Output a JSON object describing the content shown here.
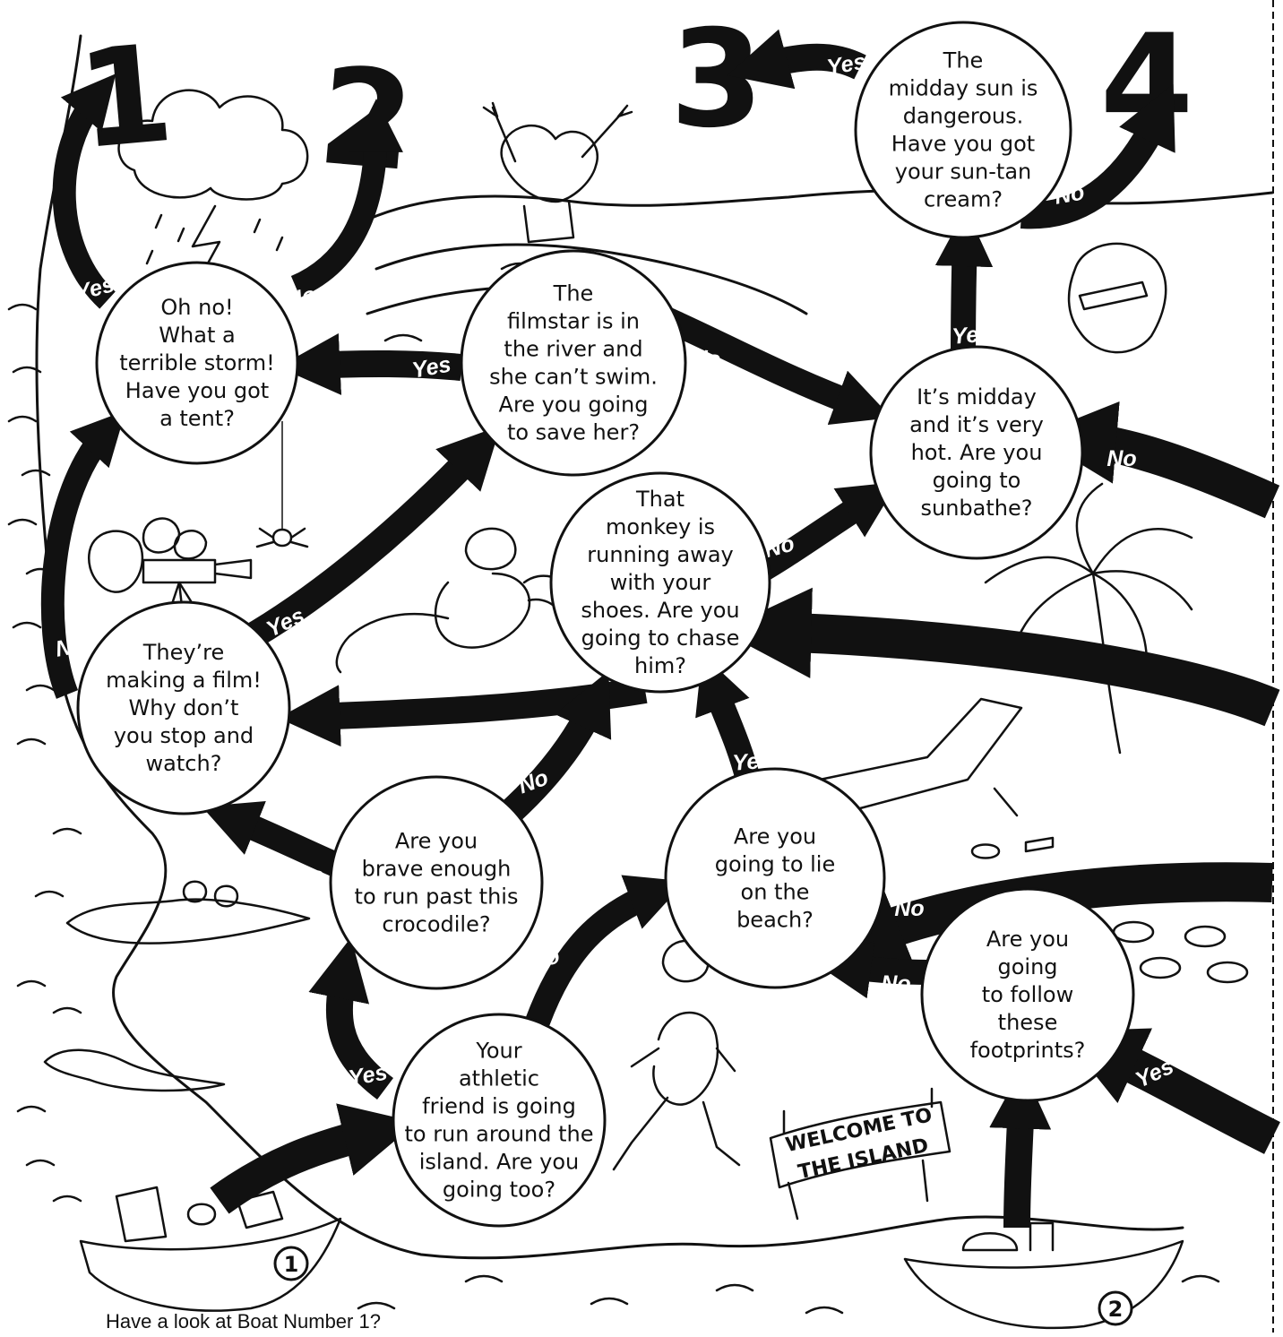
{
  "outcomes": [
    "1",
    "2",
    "3",
    "4"
  ],
  "questions": {
    "storm": [
      "Oh no!",
      "What a",
      "terrible storm!",
      "Have you got",
      "a tent?"
    ],
    "filmstar": [
      "The",
      "filmstar is in",
      "the river and",
      "she can’t swim.",
      "Are you going",
      "to save her?"
    ],
    "sun": [
      "The",
      "midday sun is",
      "dangerous.",
      "Have you got",
      "your sun-tan",
      "cream?"
    ],
    "midday": [
      "It’s midday",
      "and it’s very",
      "hot. Are you",
      "going to",
      "sunbathe?"
    ],
    "monkey": [
      "That",
      "monkey is",
      "running away",
      "with your",
      "shoes. Are you",
      "going to chase",
      "him?"
    ],
    "film": [
      "They’re",
      "making a film!",
      "Why don’t",
      "you stop and",
      "watch?"
    ],
    "crocodile": [
      "Are you",
      "brave enough",
      "to run past this",
      "crocodile?"
    ],
    "beach": [
      "Are you",
      "going to lie",
      "on the",
      "beach?"
    ],
    "footprints": [
      "Are you",
      "going",
      "to follow",
      "these",
      "footprints?"
    ],
    "athletic": [
      "Your",
      "athletic",
      "friend is going",
      "to run around the",
      "island. Are you",
      "going too?"
    ]
  },
  "labels": {
    "yes": "Yes",
    "no": "No"
  },
  "sign": {
    "line1": "WELCOME TO",
    "line2": "THE ISLAND"
  },
  "boats": {
    "left": "1",
    "right": "2"
  },
  "caption": "Have a look at Boat Number 1?"
}
